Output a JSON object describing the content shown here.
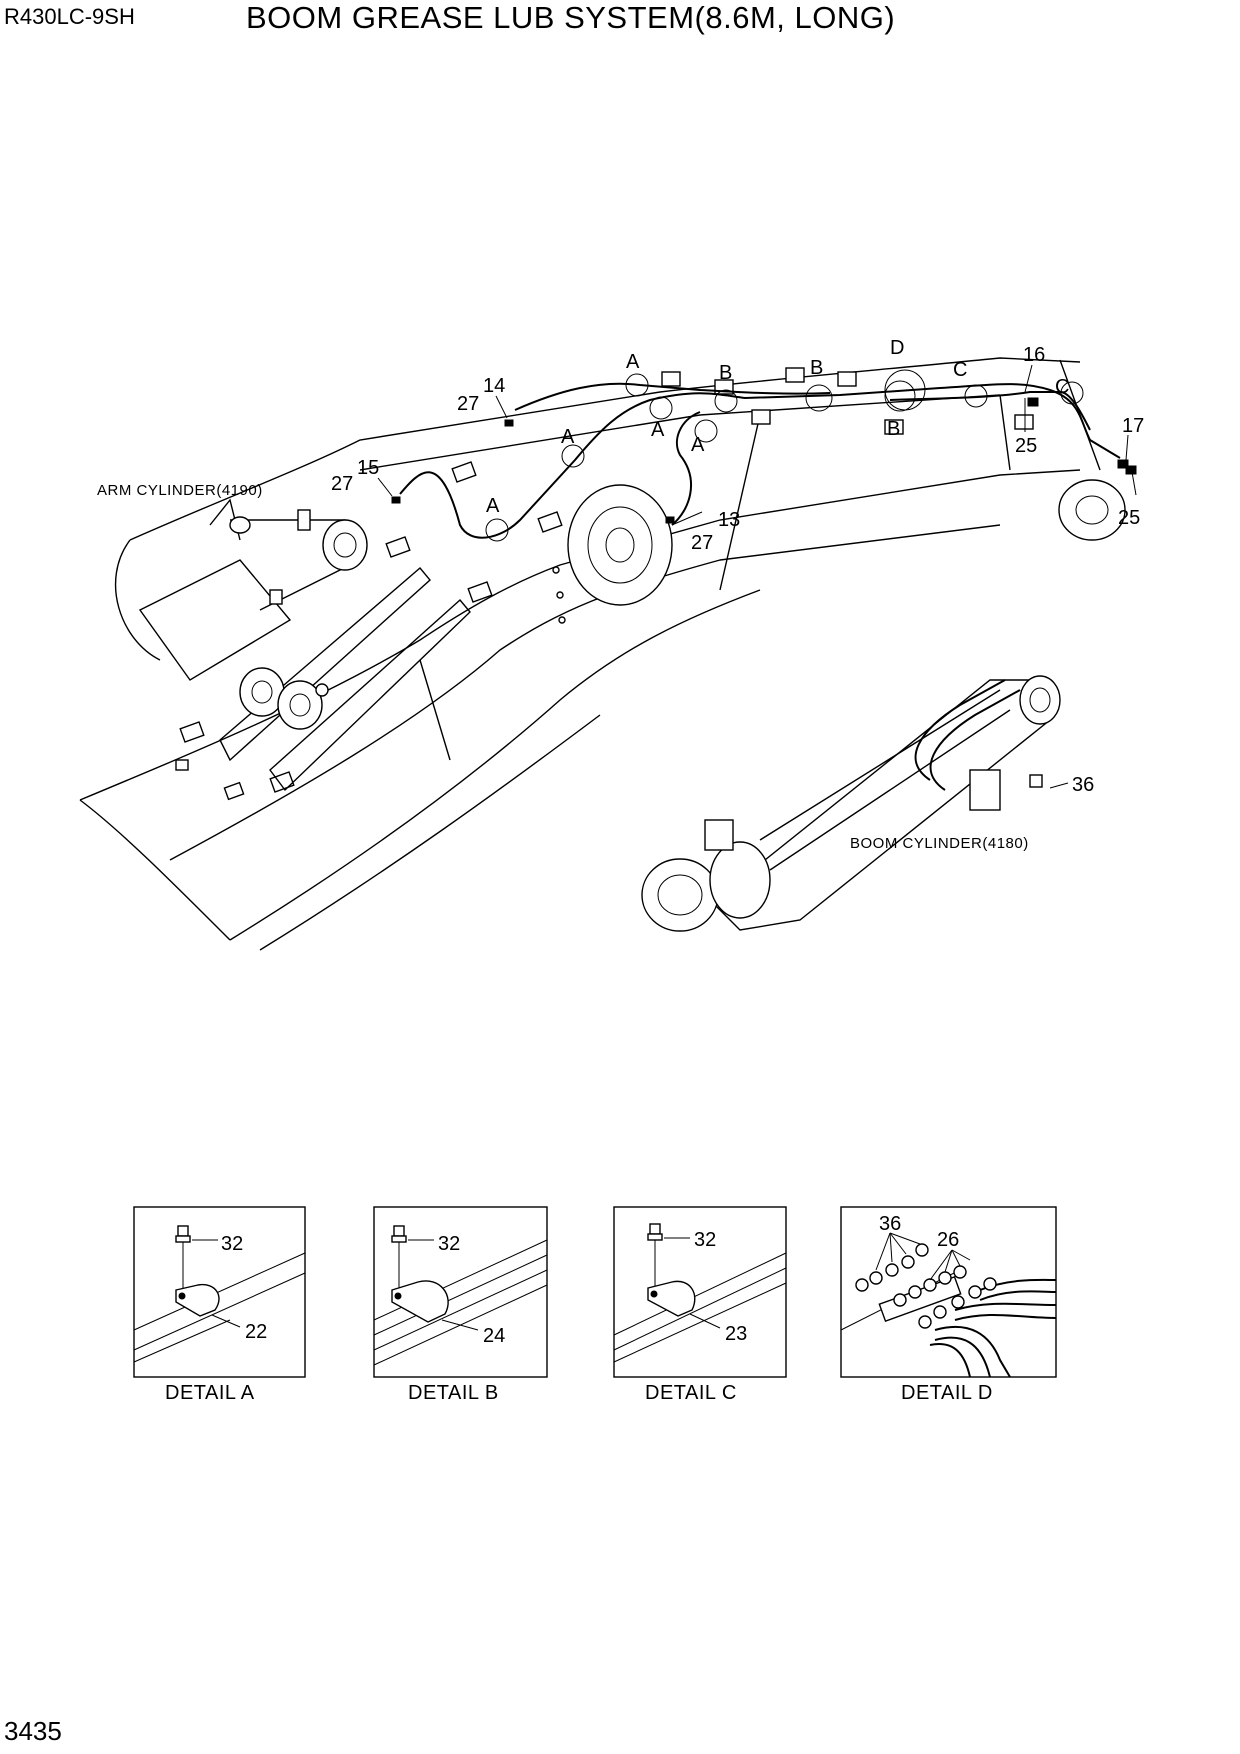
{
  "header": {
    "model": "R430LC-9SH",
    "title": "BOOM GREASE LUB SYSTEM(8.6M, LONG)"
  },
  "footer": {
    "page_number": "3435"
  },
  "components": {
    "arm_cylinder": "ARM CYLINDER(4190)",
    "boom_cylinder": "BOOM CYLINDER(4180)"
  },
  "callouts": {
    "c13": "13",
    "c14": "14",
    "c15": "15",
    "c16": "16",
    "c17": "17",
    "c25a": "25",
    "c25b": "25",
    "c27a": "27",
    "c27b": "27",
    "c27c": "27",
    "c36": "36"
  },
  "detail_refs": {
    "a1": "A",
    "a2": "A",
    "a3": "A",
    "a4": "A",
    "a5": "A",
    "b1": "B",
    "b2": "B",
    "b3": "B",
    "c1": "C",
    "c2": "C",
    "d1": "D"
  },
  "details": [
    {
      "caption": "DETAIL  A",
      "part_bolt": "32",
      "part_clamp": "22"
    },
    {
      "caption": "DETAIL  B",
      "part_bolt": "32",
      "part_clamp": "24"
    },
    {
      "caption": "DETAIL  C",
      "part_bolt": "32",
      "part_clamp": "23"
    },
    {
      "caption": "DETAIL  D",
      "part_plug": "36",
      "part_fitting": "26"
    }
  ]
}
